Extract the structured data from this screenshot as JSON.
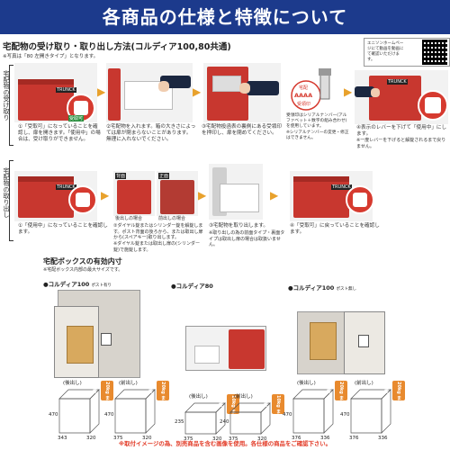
{
  "header": {
    "title": "各商品の仕様と特徴について"
  },
  "section1": {
    "title": "宅配物の受け取り・取り出し方法(コルディア100,80共通)",
    "note": "※写真は「80 左開きタイプ」となります。"
  },
  "qr": {
    "text": "エニソンホームページにて動画を動画にて確認いただけます。"
  },
  "receive": {
    "label": "宅配物の受け取り",
    "steps": [
      "①「受取可」になっていることを確認し、扉を開きます。「使用中」の場合は、受け取りができません。",
      "②宅配物を入れます。箱の大きさによっては扉が閉まらないことがあります。無理に入れないでください。",
      "③宅配物投函表の裏側にある受領印を押印し、扉を閉めてください。",
      "受領印はシリアルナンバー(アルファベット＋数字の組み合わせ)を使用しています。",
      "※シリアルナンバーの変更・修正はできません。",
      "④表示のレバーを下げて「使用中」にします。",
      "※一度レバーを下げると解錠されるまで戻りません。"
    ],
    "stamp_text": "AAAA",
    "stamp_label": "宅配",
    "stamp_sub": "受領印"
  },
  "retrieve": {
    "label": "宅配物の取り出し",
    "steps": [
      "①「使用中」になっていることを確認します。",
      "②ダイヤル錠またはシリンダー錠を解錠します。ポスト背面の後ろから、または取出し扉から(スペアキー)取り出します。",
      "※ダイヤル錠または取出し扉の(シリンダー錠)で施錠します。",
      "③宅配物を取り出します。",
      "※取り出しの為の前面タイプ・裏面タイプは取出し扉の場合は取扱いません。",
      "④「受取可」に戻っていることを確認します。"
    ],
    "tag_back": "背面",
    "tag_front": "正面",
    "sub_back": "後出しの場合",
    "sub_front": "前出しの場合"
  },
  "mailbox_tag": "TRUNCK",
  "usage_badge": "受取可",
  "boxes": {
    "title": "宅配ボックスの有効内寸",
    "note": "※宅配ボックス内部の最大サイズです。",
    "models": [
      {
        "name": "●コルディア100",
        "sub": "ポスト有り",
        "dims": [
          {
            "caption": "(後出し)",
            "h": "470",
            "w": "343",
            "d": "320",
            "kg": "20kg まで"
          },
          {
            "caption": "(前出し)",
            "h": "470",
            "w": "375",
            "d": "320",
            "kg": "20kg まで"
          }
        ]
      },
      {
        "name": "●コルディア80",
        "sub": "",
        "dims": [
          {
            "caption": "(後出し)",
            "h": "235",
            "w": "375",
            "d": "320",
            "kg": "10kg まで"
          },
          {
            "caption": "(前出し)",
            "h": "240",
            "w": "375",
            "d": "320",
            "kg": "10kg まで"
          }
        ]
      },
      {
        "name": "●コルディア100",
        "sub": "ポスト無し",
        "dims": [
          {
            "caption": "(後出し)",
            "h": "470",
            "w": "376",
            "d": "336",
            "kg": "20kg まで"
          },
          {
            "caption": "(前出し)",
            "h": "470",
            "w": "376",
            "d": "336",
            "kg": "20kg まで"
          }
        ]
      }
    ]
  },
  "footer": {
    "text": "※取付イメージの為、別売商品を含む画像を使用。各仕様の商品をご確認下さい。"
  },
  "colors": {
    "banner": "#1c3a8c",
    "mailbox": "#c8372f",
    "accent": "#e88a2e",
    "footer": "#e23a26"
  }
}
